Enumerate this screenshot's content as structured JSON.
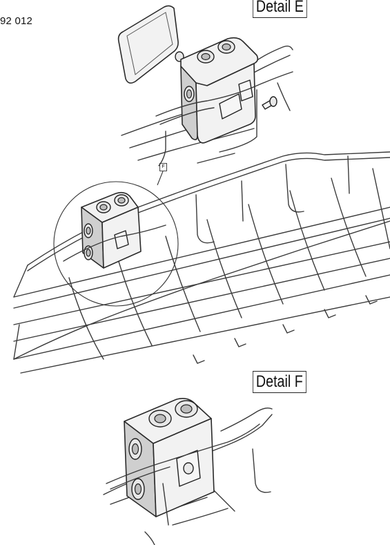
{
  "part_number": "92 012",
  "detail_e_label": "Detail E",
  "detail_f_label": "Detail F",
  "callout_f": "F",
  "icons": [
    "junction-box-icon",
    "cable-tray-icon",
    "fixing-clip-icon",
    "lid-icon",
    "screw-icon"
  ]
}
